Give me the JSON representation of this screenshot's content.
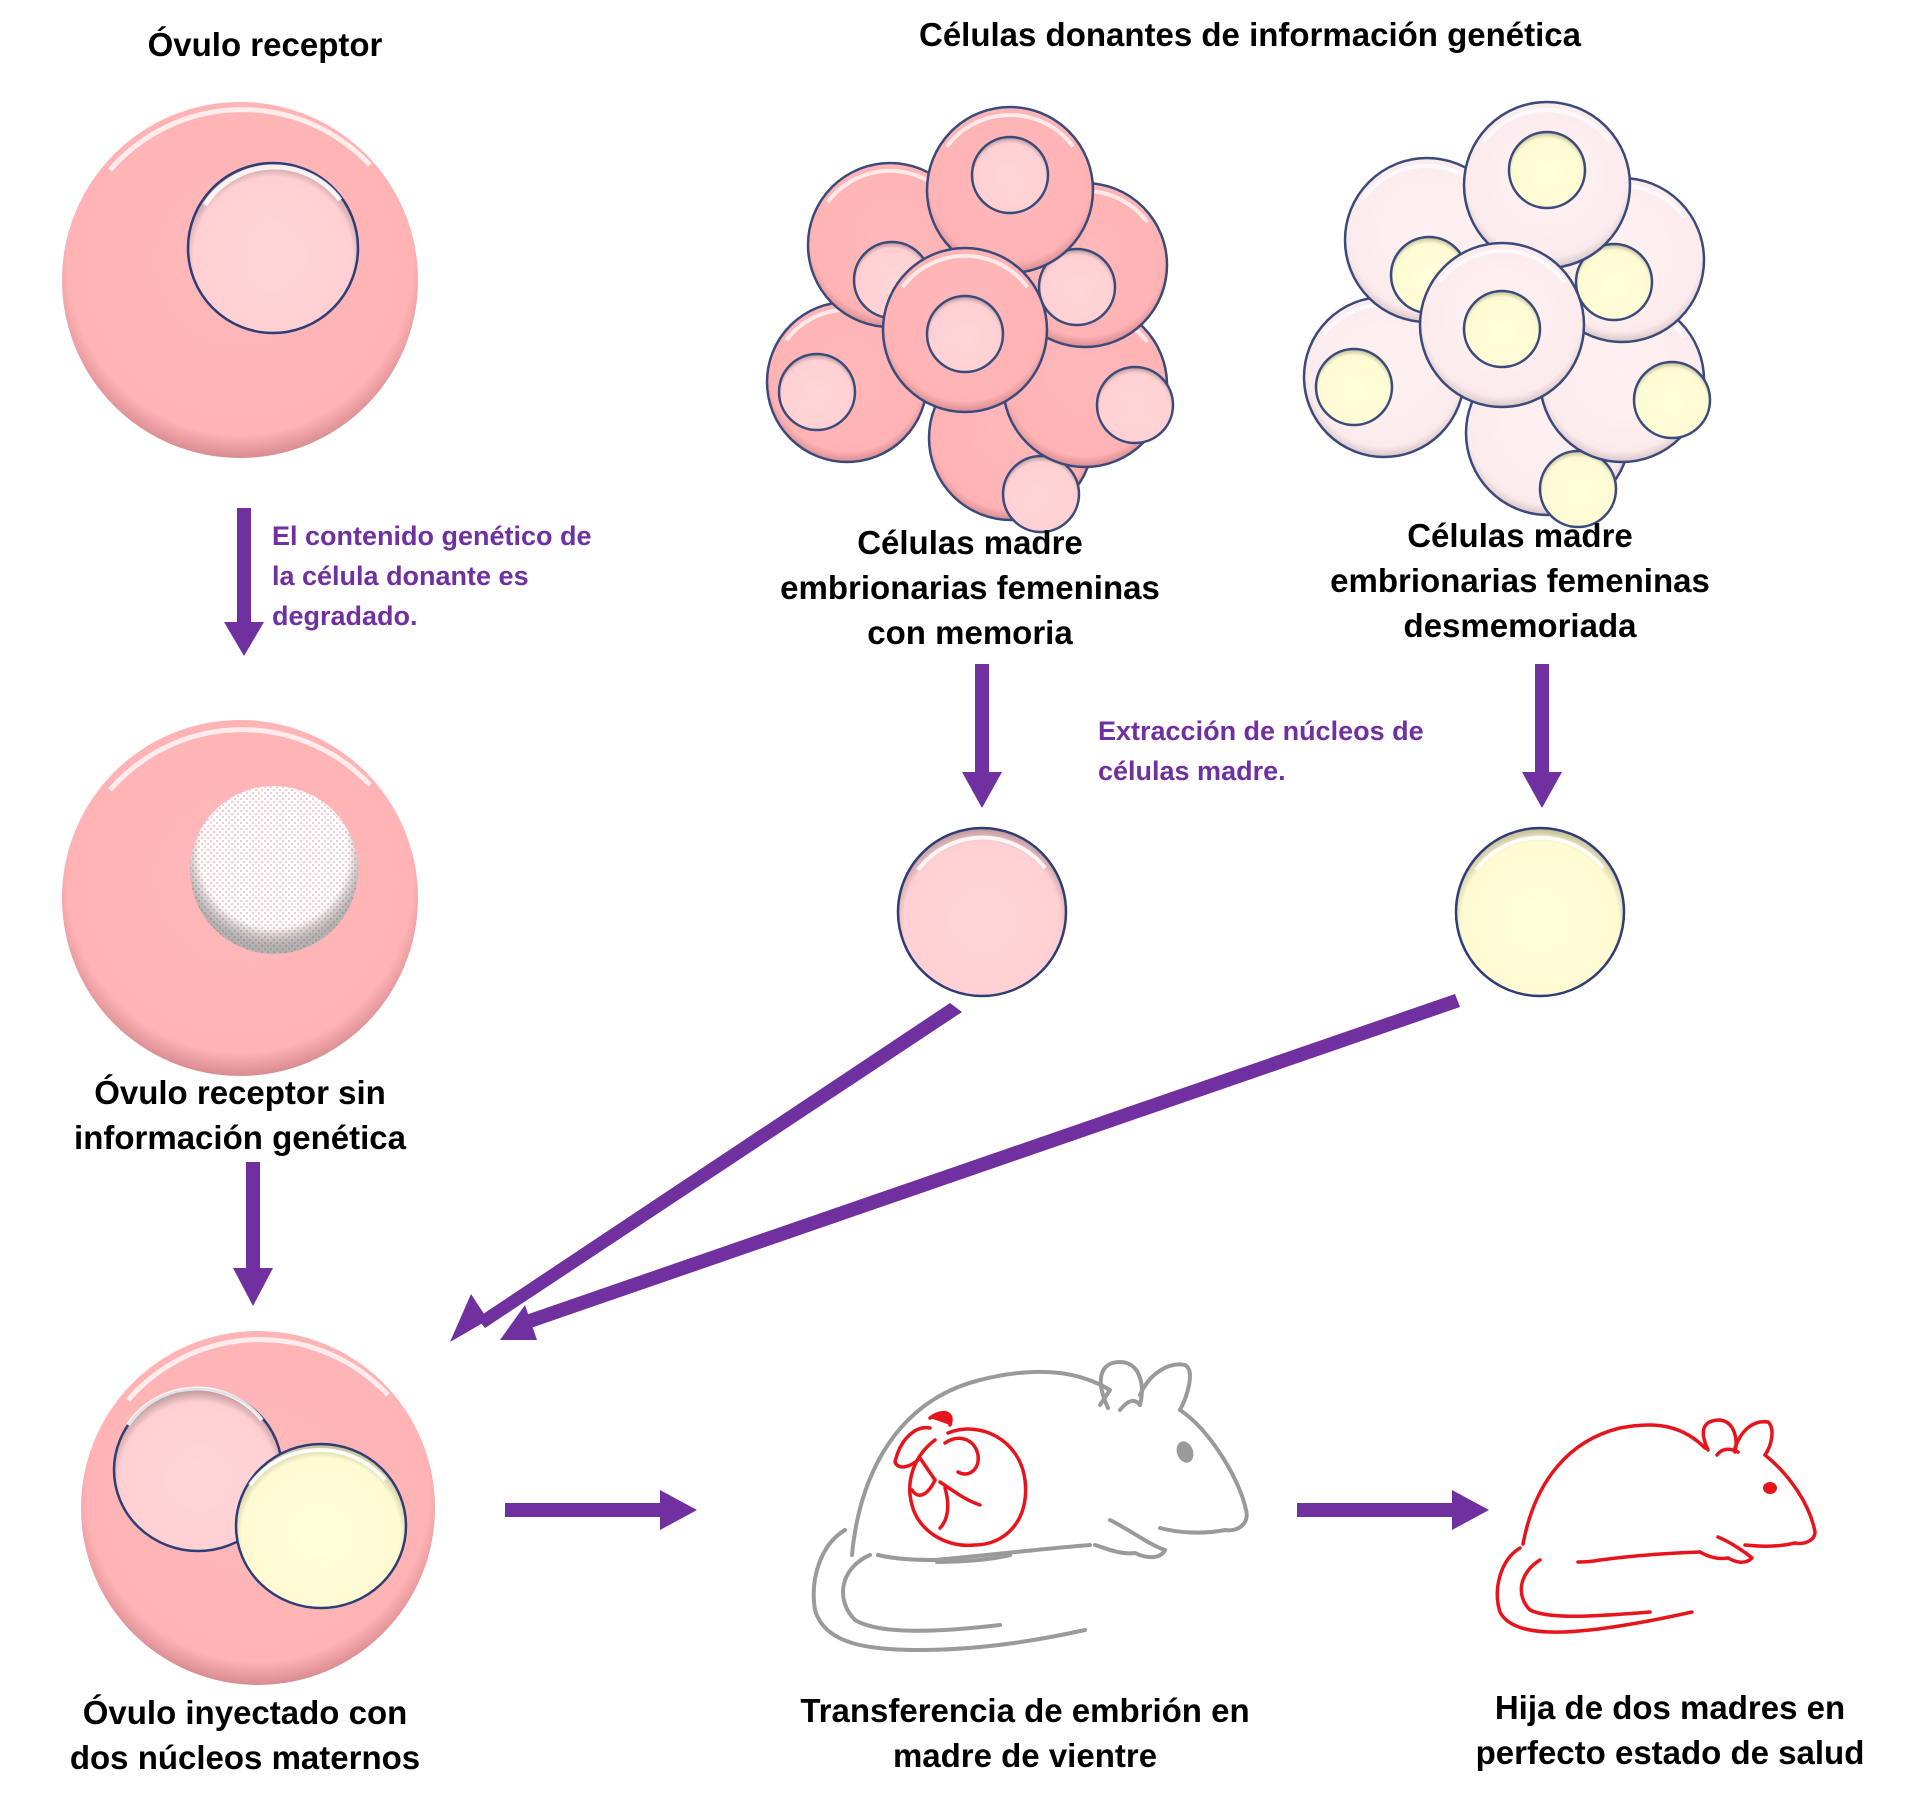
{
  "colors": {
    "arrow": "#7030A0",
    "note_text": "#7030A0",
    "cytoplasm_pink": "#FFB6B8",
    "nucleus_pink": "#FFD3D6",
    "cytoplasm_pale": "#FDEEF0",
    "nucleus_yellow": "#FFFDD8",
    "cell_outline": "#3A4A7A",
    "surrogate_mouse_outline": "#9A9A9A",
    "embryo_red": "#E8141C",
    "offspring_red": "#E8141C"
  },
  "headers": {
    "recipient_egg": "Óvulo receptor",
    "donor_cells": "Células donantes de información genética"
  },
  "labels": {
    "stem_cells_memory": [
      "Células madre",
      "embrionarias femeninas",
      "con memoria"
    ],
    "stem_cells_amnesic": [
      "Células madre",
      "embrionarias femeninas",
      "desmemoriada"
    ],
    "egg_without_genetic_info": [
      "Óvulo receptor sin",
      "información genética"
    ],
    "egg_two_nuclei": [
      "Óvulo inyectado con",
      "dos núcleos maternos"
    ],
    "embryo_transfer": [
      "Transferencia de embrión en",
      "madre de vientre"
    ],
    "daughter_two_mothers": [
      "Hija de dos madres en",
      "perfecto estado de salud"
    ]
  },
  "notes": {
    "degradation": [
      "El contenido genético de",
      "la célula donante es",
      "degradado."
    ],
    "nucleus_extraction": [
      "Extracción de núcleos de",
      "células madre."
    ]
  },
  "nodes": [
    {
      "id": "recipient-egg",
      "type": "cell",
      "nuclei": [
        "pink"
      ]
    },
    {
      "id": "stem-cell-cluster-memory",
      "type": "cluster",
      "cells": 8,
      "nucleus": "pink"
    },
    {
      "id": "stem-cell-cluster-amnesic",
      "type": "cluster",
      "cells": 8,
      "nucleus": "yellow"
    },
    {
      "id": "enucleated-egg",
      "type": "cell",
      "nuclei": [
        "degraded"
      ]
    },
    {
      "id": "nucleus-memory",
      "type": "nucleus",
      "color": "pink"
    },
    {
      "id": "nucleus-amnesic",
      "type": "nucleus",
      "color": "yellow"
    },
    {
      "id": "egg-two-nuclei",
      "type": "cell",
      "nuclei": [
        "pink",
        "yellow"
      ]
    },
    {
      "id": "surrogate-mother-mouse",
      "type": "mouse",
      "with_embryo": true
    },
    {
      "id": "daughter-mouse",
      "type": "mouse",
      "with_embryo": false
    }
  ],
  "edges": [
    {
      "from": "recipient-egg",
      "to": "enucleated-egg"
    },
    {
      "from": "stem-cell-cluster-memory",
      "to": "nucleus-memory"
    },
    {
      "from": "stem-cell-cluster-amnesic",
      "to": "nucleus-amnesic"
    },
    {
      "from": "enucleated-egg",
      "to": "egg-two-nuclei"
    },
    {
      "from": "nucleus-memory",
      "to": "egg-two-nuclei"
    },
    {
      "from": "nucleus-amnesic",
      "to": "egg-two-nuclei"
    },
    {
      "from": "egg-two-nuclei",
      "to": "surrogate-mother-mouse"
    },
    {
      "from": "surrogate-mother-mouse",
      "to": "daughter-mouse"
    }
  ]
}
